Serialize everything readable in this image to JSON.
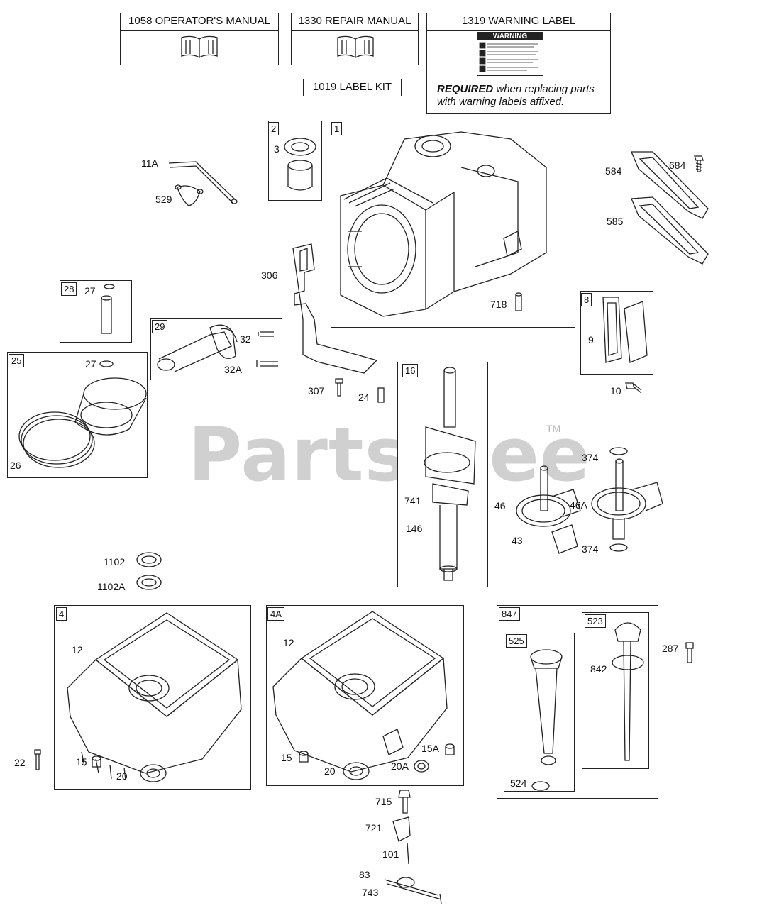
{
  "manuals": {
    "operator": "1058 OPERATOR'S MANUAL",
    "repair": "1330 REPAIR MANUAL",
    "warning": "1319 WARNING LABEL",
    "label_kit": "1019 LABEL KIT",
    "warning_badge": "WARNING",
    "note_bold": "REQUIRED",
    "note_rest": " when replacing parts",
    "note_line2": "with warning labels affixed."
  },
  "watermark": {
    "text": "PartsTree",
    "tm": "TM"
  },
  "boxes": {
    "b1": "1",
    "b2": "2",
    "b28": "28",
    "b29": "29",
    "b25": "25",
    "b8": "8",
    "b16": "16",
    "b4": "4",
    "b4a": "4A",
    "b847": "847",
    "b525": "525",
    "b523": "523"
  },
  "labels": {
    "l11a": "11A",
    "l529": "529",
    "l3": "3",
    "l584": "584",
    "l684": "684",
    "l585": "585",
    "l306": "306",
    "l718": "718",
    "l27a": "27",
    "l32": "32",
    "l32a": "32A",
    "l27b": "27",
    "l9": "9",
    "l10": "10",
    "l307": "307",
    "l24": "24",
    "l26": "26",
    "l374a": "374",
    "l46": "46",
    "l46a": "46A",
    "l741": "741",
    "l146": "146",
    "l43": "43",
    "l374b": "374",
    "l1102": "1102",
    "l1102a": "1102A",
    "l12a": "12",
    "l12b": "12",
    "l287": "287",
    "l842": "842",
    "l22": "22",
    "l15a": "15",
    "l20a": "20",
    "l15b": "15",
    "l15c": "15A",
    "l20b": "20",
    "l20c": "20A",
    "l524": "524",
    "l715": "715",
    "l721": "721",
    "l101": "101",
    "l83": "83",
    "l743": "743"
  }
}
